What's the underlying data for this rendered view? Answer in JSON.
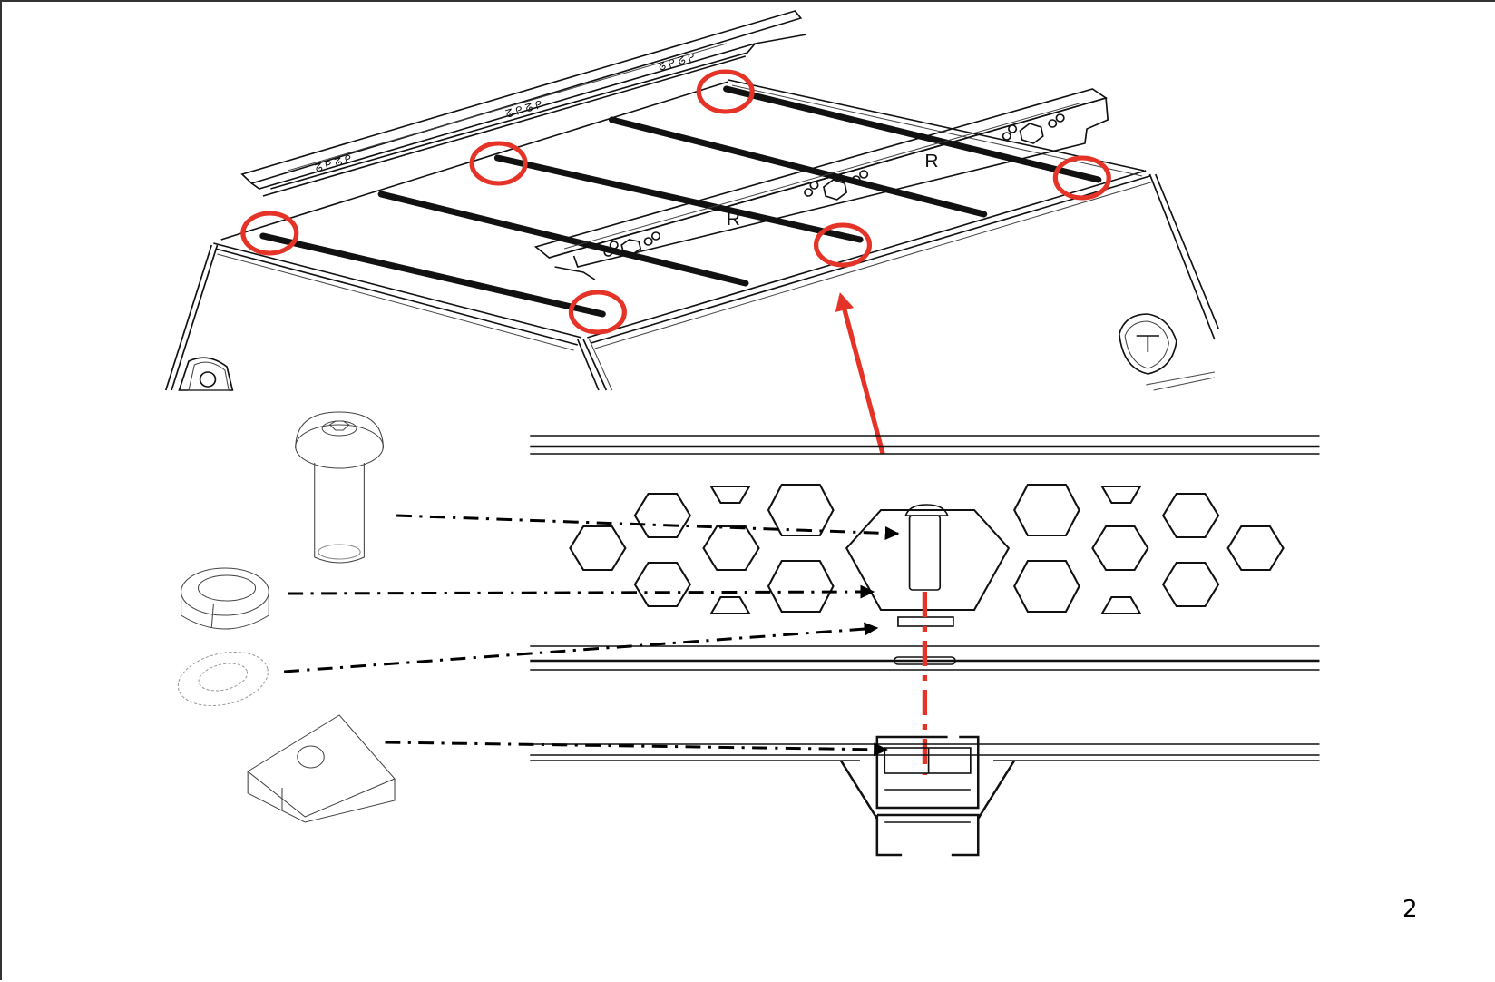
{
  "document": {
    "page_number": "2",
    "title_hidden": "",
    "accent_color": "#e53327",
    "line_color": "#111111",
    "background_color": "#ffffff"
  },
  "figure": {
    "top_view": {
      "description_items": [
        "roof-platform",
        "crossbar-left",
        "crossbar-right",
        "canopy-body"
      ],
      "highlight_markers": 6
    },
    "exploded_view": {
      "parts": [
        "button-head-hex-bolt",
        "spring-washer",
        "flat-washer",
        "t-slot-nut"
      ],
      "connectors": 4
    }
  }
}
